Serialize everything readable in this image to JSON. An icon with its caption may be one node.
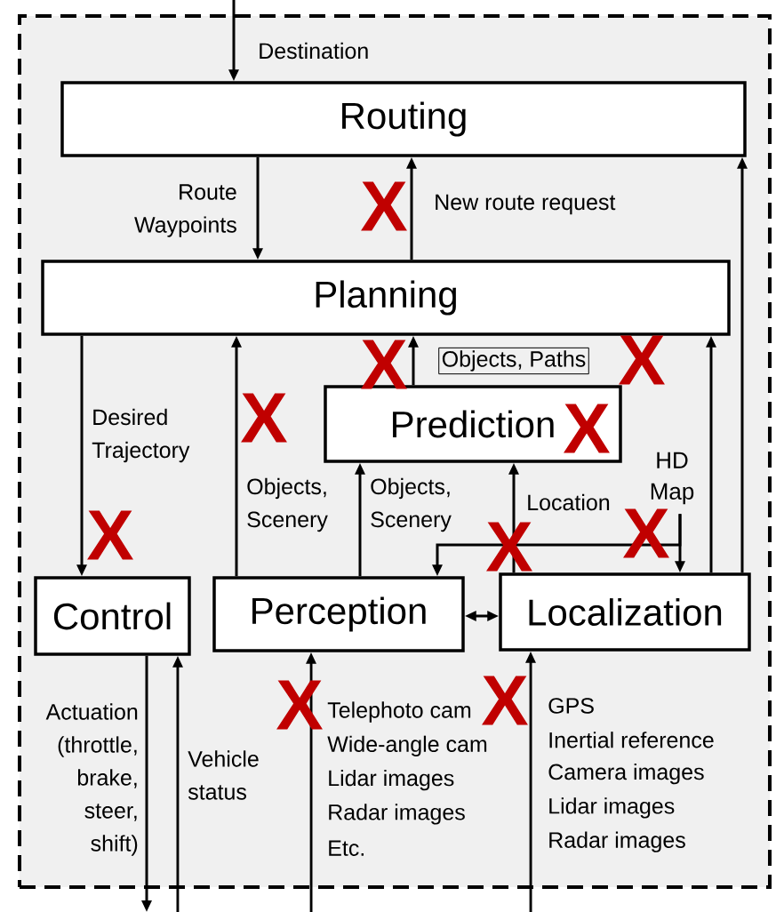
{
  "diagram": {
    "nodes": [
      {
        "text": [],
        "shape": "box"
      },
      {
        "text": [
          "Routing"
        ],
        "in": 0
      },
      {
        "text": [
          "Planning"
        ],
        "in": 0
      },
      {
        "text": [
          "Prediction"
        ],
        "in": 0
      },
      {
        "text": [
          "Control"
        ],
        "in": 0
      },
      {
        "text": [
          "Perception"
        ],
        "in": 0
      },
      {
        "text": [
          "Localization"
        ],
        "in": 0
      },
      {
        "text": [
          "HD Map"
        ],
        "in": 0
      }
    ],
    "edges": [
      {
        "from": null,
        "to": 1,
        "arrow": "to",
        "label": "Destination"
      },
      {
        "from": 1,
        "to": 2,
        "arrow": "to",
        "label": "Route Waypoints"
      },
      {
        "from": 2,
        "to": 1,
        "arrow": "to",
        "label": "New route request"
      },
      {
        "from": 2,
        "to": 4,
        "arrow": "to",
        "label": "Desired Trajectory"
      },
      {
        "from": 5,
        "to": 2,
        "arrow": "to",
        "label": "Objects, Scenery"
      },
      {
        "from": 5,
        "to": 3,
        "arrow": "to",
        "label": "Objects, Scenery"
      },
      {
        "from": 3,
        "to": 2,
        "arrow": "to",
        "label": "Objects, Paths"
      },
      {
        "from": 6,
        "to": 3,
        "arrow": "to",
        "label": "Location"
      },
      {
        "from": 6,
        "to": 2,
        "arrow": "to"
      },
      {
        "from": 6,
        "to": 1,
        "arrow": "to"
      },
      {
        "from": 7,
        "to": 6,
        "arrow": "to"
      },
      {
        "from": 7,
        "to": 5,
        "arrow": "to"
      },
      {
        "from": 5,
        "to": 6,
        "arrow": "both"
      },
      {
        "from": 4,
        "to": null,
        "arrow": "to",
        "label": "Actuation (throttle, brake, steer, shift)"
      },
      {
        "from": null,
        "to": 4,
        "arrow": "to",
        "label": "Vehicle status"
      },
      {
        "from": null,
        "to": 5,
        "arrow": "to"
      },
      {
        "from": null,
        "to": 6,
        "arrow": "to"
      }
    ],
    "labels": [
      "X",
      "X",
      "X",
      "X",
      "X",
      "X",
      "X",
      "X",
      "X",
      "X",
      "Telephoto cam",
      "Wide-angle cam",
      "Lidar images",
      "Radar images",
      "Etc.",
      "GPS",
      "Inertial reference",
      "Camera images",
      "Lidar images",
      "Radar images"
    ]
  }
}
